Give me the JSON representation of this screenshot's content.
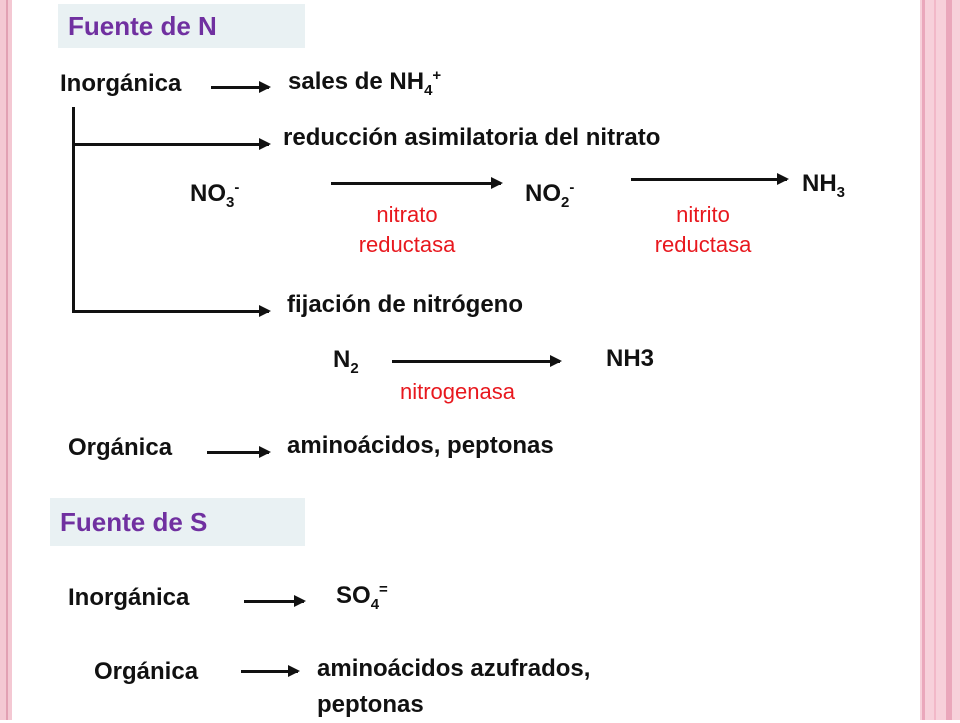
{
  "n_title": "Fuente de N",
  "n_inorganic": "Inorgánica",
  "n_salts": "sales de NH",
  "n_salts_sub": "4",
  "n_salts_sup": "+",
  "n_reduction": "reducción asimilatoria del nitrato",
  "no3": "NO",
  "no3_sub": "3",
  "no3_sup": "-",
  "no2": "NO",
  "no2_sub": "2",
  "no2_sup": "-",
  "nh3": "NH",
  "nh3_sub": "3",
  "enzyme1": [
    "nitrato",
    "reductasa"
  ],
  "enzyme2": [
    "nitrito",
    "reductasa"
  ],
  "n_fixation": "fijación de nitrógeno",
  "n2": "N",
  "n2_sub": "2",
  "nh3_plain": "NH3",
  "enzyme3": "nitrogenasa",
  "n_organic": "Orgánica",
  "n_organic_sources": "aminoácidos, peptonas",
  "s_title": "Fuente de S",
  "s_inorganic": "Inorgánica",
  "so4": "SO",
  "so4_sub": "4",
  "so4_sup": "=",
  "s_organic": "Orgánica",
  "s_organic_sources": [
    "aminoácidos azufrados,",
    "peptonas"
  ]
}
